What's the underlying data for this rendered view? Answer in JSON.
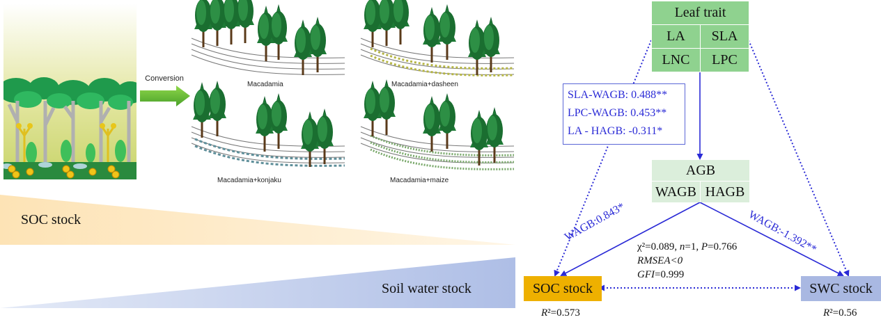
{
  "conversion_label": "Conversion",
  "systems": [
    {
      "label": "Macadamia"
    },
    {
      "label": "Macadamia+dasheen"
    },
    {
      "label": "Macadamia+konjaku"
    },
    {
      "label": "Macadamia+maize"
    }
  ],
  "gradients": {
    "soc_label": "SOC stock",
    "water_label": "Soil water stock"
  },
  "model": {
    "leaf_trait_title": "Leaf trait",
    "leaf_traits": [
      "LA",
      "SLA",
      "LNC",
      "LPC"
    ],
    "trait_effects": [
      "SLA-WAGB: 0.488**",
      "LPC-WAGB: 0.453**",
      "LA - HAGB: -0.311*"
    ],
    "agb_title": "AGB",
    "agb_parts": [
      "WAGB",
      "HAGB"
    ],
    "path_left": "WAGB:0.843*",
    "path_right": "WAGB:-1.392**",
    "fit_chi": "χ²=0.089, ",
    "fit_n_label": "n",
    "fit_n_value": "=1, ",
    "fit_p_label": "P",
    "fit_p_value": "=0.766",
    "fit_rmsea": "RMSEA<0",
    "fit_gfi_label": "GFI",
    "fit_gfi_value": "=0.999",
    "soc_box": "SOC stock",
    "swc_box": "SWC stock",
    "soc_r2_label": "R",
    "soc_r2_value": "²=0.573",
    "swc_r2_label": "R",
    "swc_r2_value": "²=0.56"
  },
  "colors": {
    "green": "#8fd28f",
    "green_light": "#dbeedb",
    "arrow_blue": "#2a2ad6",
    "soc_gold": "#eeb000",
    "swc_blue": "#a9b8e2",
    "soc_wedge": "#fde8c2",
    "water_wedge": "#b5c3e8"
  }
}
